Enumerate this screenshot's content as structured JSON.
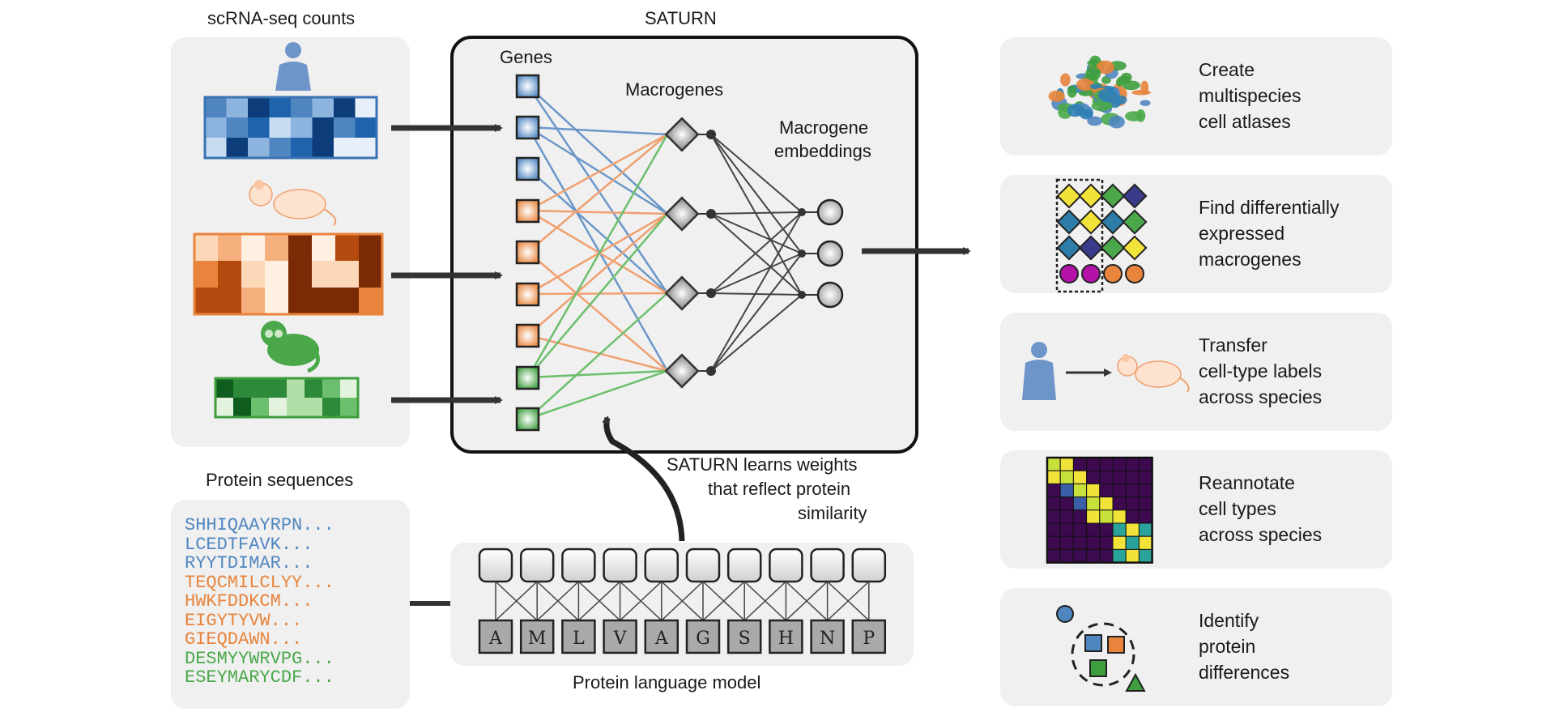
{
  "left": {
    "counts_title": "scRNA-seq counts",
    "proteins_title": "Protein sequences",
    "sequences": [
      {
        "text": "SHHIQAAYRPN...",
        "color": "#4f86c0"
      },
      {
        "text": "LCEDTFAVK...",
        "color": "#4f86c0"
      },
      {
        "text": "RYYTDIMAR...",
        "color": "#4f86c0"
      },
      {
        "text": "TEQCMILCLYY...",
        "color": "#e8843c"
      },
      {
        "text": "HWKFDDKCM...",
        "color": "#e8843c"
      },
      {
        "text": "EIGYTYVW...",
        "color": "#e8843c"
      },
      {
        "text": "GIEQDAWN...",
        "color": "#e8843c"
      },
      {
        "text": "DESMYYWRVPG...",
        "color": "#4aa84a"
      },
      {
        "text": "ESEYMARYCDF...",
        "color": "#4aa84a"
      }
    ]
  },
  "center": {
    "title": "SATURN",
    "genes_label": "Genes",
    "macrogenes_label": "Macrogenes",
    "embeddings_label_line1": "Macrogene",
    "embeddings_label_line2": "embeddings",
    "learns_line1": "SATURN learns weights",
    "learns_line2": "that reflect protein",
    "learns_line3": "similarity",
    "plm_label": "Protein language model",
    "amino_acids": [
      "A",
      "M",
      "L",
      "V",
      "A",
      "G",
      "S",
      "H",
      "N",
      "P"
    ]
  },
  "outputs": [
    {
      "line1": "Create",
      "line2": "multispecies",
      "line3": "cell atlases",
      "icon": "atlas-icon"
    },
    {
      "line1": "Find differentially",
      "line2": "expressed",
      "line3": "macrogenes",
      "icon": "matrix-icon"
    },
    {
      "line1": "Transfer",
      "line2": "cell-type labels",
      "line3": "across species",
      "icon": "transfer-icon"
    },
    {
      "line1": "Reannotate",
      "line2": "cell types",
      "line3": "across species",
      "icon": "heatmap-icon"
    },
    {
      "line1": "Identify",
      "line2": "protein",
      "line3": "differences",
      "icon": "shapes-icon"
    }
  ],
  "colors": {
    "human_blue": "#4f86c0",
    "mouse_orange": "#e8843c",
    "lemur_green": "#4aa84a",
    "panel_gray": "#f0f0f0",
    "dark": "#333333"
  }
}
